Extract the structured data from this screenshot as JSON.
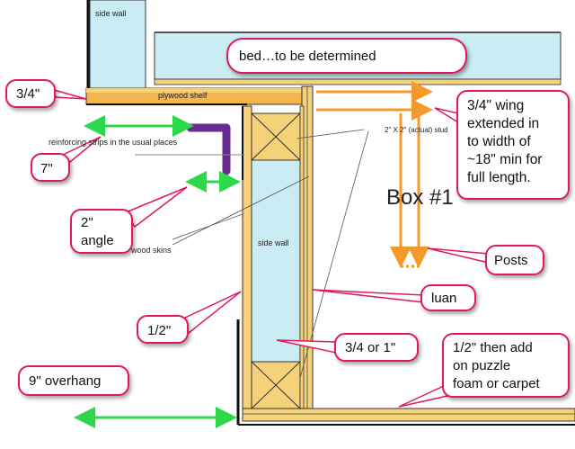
{
  "colors": {
    "callout_border": "#e2185e",
    "green_arrow": "#2dd84a",
    "orange_arrow": "#f39a2a",
    "purple_angle": "#6b2c91",
    "wood": "#f5d27a",
    "foam": "#c9ecf5"
  },
  "drawing_labels": {
    "side_wall_top": "side wall",
    "plywood_shelf": "plywood shelf",
    "side_wall_mid": "side wall",
    "reinforcing_strips": "reinforcing strips  in the usual places",
    "two_by_two": "2\" X 2\" (actual)  stud",
    "wood_skins": "wood skins",
    "box_label": "Box #1"
  },
  "callouts": {
    "bed": "bed…to be determined",
    "three_quarter": "3/4\"",
    "seven": "7\"",
    "angle_1": "2\"",
    "angle_2": "angle",
    "half": "1/2\"",
    "overhang": "9\" overhang",
    "wing_1": "3/4\" wing",
    "wing_2": "extended in",
    "wing_3": "to width of",
    "wing_4": "~18\" min for",
    "wing_5": "full length.",
    "posts": "Posts",
    "luan": "luan",
    "three_quarter_or_one": "3/4 or 1\"",
    "puzzle_1": "1/2\" then add",
    "puzzle_2": "on puzzle",
    "puzzle_3": "foam or carpet"
  }
}
